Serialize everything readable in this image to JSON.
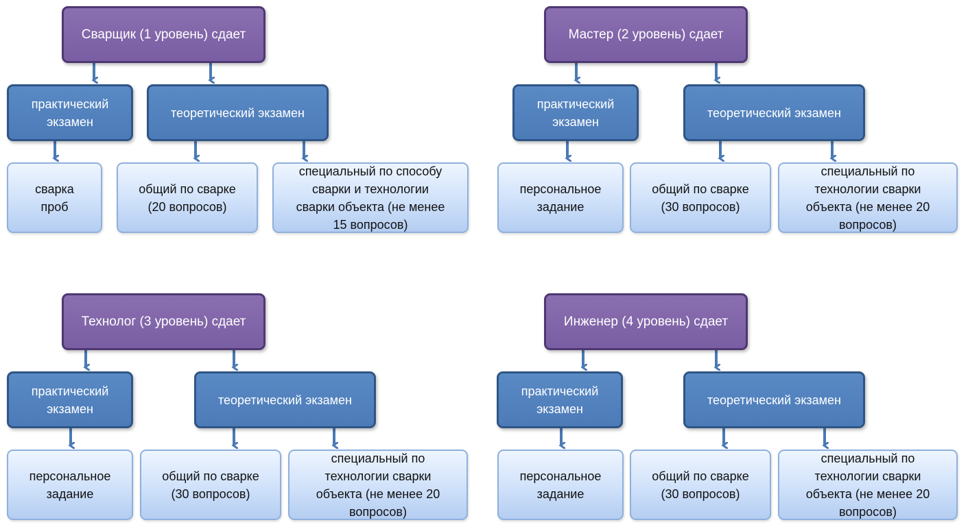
{
  "colors": {
    "top_fill": "#7a5ea3",
    "top_border": "#4e3872",
    "mid_fill": "#4c7bb8",
    "mid_border": "#2f5585",
    "leaf_fill": "#cfe1fa",
    "leaf_border": "#8fb0dc",
    "arrow": "#4a7ab5"
  },
  "groups": [
    {
      "header": "Сварщик (1 уровень) сдает",
      "practical": "практический\nэкзамен",
      "theoretical": "теоретический экзамен",
      "practical_task": "сварка\nпроб",
      "general": "общий по сварке\n(20 вопросов)",
      "special": "специальный по способу\nсварки и технологии\nсварки объекта (не менее\n15 вопросов)"
    },
    {
      "header": "Мастер (2 уровень) сдает",
      "practical": "практический\nэкзамен",
      "theoretical": "теоретический экзамен",
      "practical_task": "персональное\nзадание",
      "general": "общий по сварке\n(30 вопросов)",
      "special": "специальный по\nтехнологии сварки\nобъекта (не менее 20\nвопросов)"
    },
    {
      "header": "Технолог (3 уровень) сдает",
      "practical": "практический\nэкзамен",
      "theoretical": "теоретический экзамен",
      "practical_task": "персональное\nзадание",
      "general": "общий по сварке\n(30 вопросов)",
      "special": "специальный по\nтехнологии сварки\nобъекта (не менее 20\nвопросов)"
    },
    {
      "header": "Инженер (4 уровень) сдает",
      "practical": "практический\nэкзамен",
      "theoretical": "теоретический экзамен",
      "practical_task": "персональное\nзадание",
      "general": "общий по сварке\n(30 вопросов)",
      "special": "специальный по\nтехнологии сварки\nобъекта (не менее 20\nвопросов)"
    }
  ]
}
